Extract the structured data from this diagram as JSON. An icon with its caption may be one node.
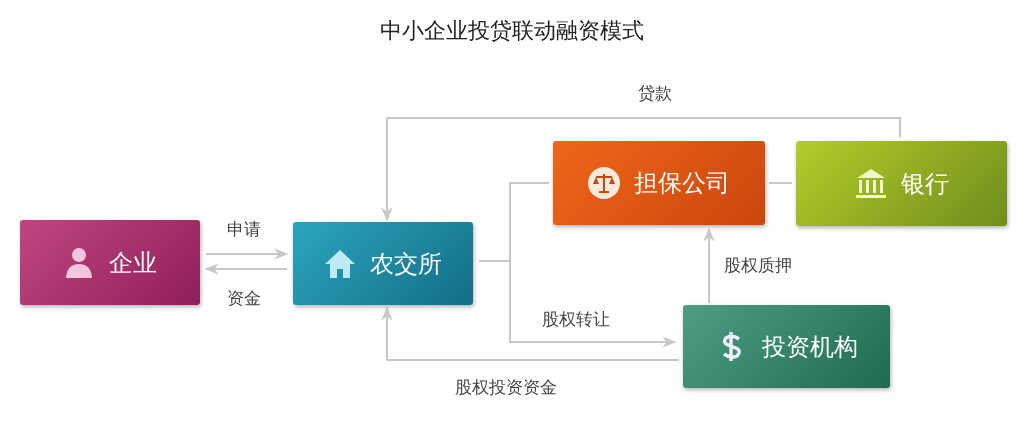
{
  "diagram": {
    "title": "中小企业投贷联动融资模式",
    "nodes": [
      {
        "text": [
          "企业"
        ]
      },
      {
        "text": [
          "农交所"
        ]
      },
      {
        "text": [
          "担保公司"
        ]
      },
      {
        "text": [
          "银行"
        ]
      },
      {
        "text": [
          "投资机构"
        ]
      }
    ],
    "edges": [
      {
        "from": 0,
        "to": 1,
        "arrow": "to",
        "label": "申请"
      },
      {
        "from": 1,
        "to": 0,
        "arrow": "to",
        "label": "资金"
      },
      {
        "from": 3,
        "to": 1,
        "arrow": "to",
        "label": "贷款"
      },
      {
        "from": 1,
        "to": 2,
        "arrow": "none"
      },
      {
        "from": 1,
        "to": 4,
        "arrow": "to",
        "label": "股权转让"
      },
      {
        "from": 2,
        "to": 3,
        "arrow": "none"
      },
      {
        "from": 4,
        "to": 2,
        "arrow": "to",
        "label": "股权质押"
      },
      {
        "from": 4,
        "to": 1,
        "arrow": "to",
        "label": "股权投资资金"
      }
    ]
  }
}
